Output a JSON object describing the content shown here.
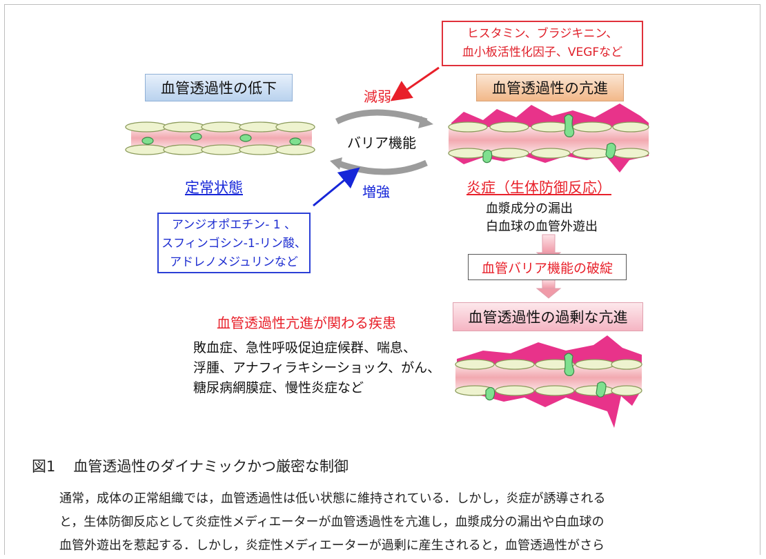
{
  "diagram": {
    "top_box": [
      "ヒスタミン、ブラジキニン、",
      "血小板活性化因子、VEGFなど"
    ],
    "left_label": "血管透過性の低下",
    "right_label": "血管透過性の亢進",
    "weaken_label": "減弱",
    "barrier_label": "バリア機能",
    "strengthen_label": "増強",
    "steady_state_label": "定常状態",
    "inflammation_label": "炎症（生体防御反応）",
    "inflammation_effects": [
      "血漿成分の漏出",
      "白血球の血管外遊出"
    ],
    "bottom_left_box": [
      "アンジオポエチン- 1 、",
      "スフィンゴシン-1-リン酸、",
      "アドレノメジュリンなど"
    ],
    "breakdown_label": "血管バリア機能の破綻",
    "excessive_label": "血管透過性の過剰な亢進",
    "disease_heading": "血管透過性亢進が関わる疾患",
    "disease_list": [
      "敗血症、急性呼吸促迫症候群、喘息、",
      "浮腫、アナフィラキシーショック、がん、",
      "糖尿病網膜症、慢性炎症など"
    ]
  },
  "caption": {
    "number": "図1",
    "title": "血管透過性のダイナミックかつ厳密な制御"
  },
  "body": {
    "lines": [
      "通常，成体の正常組織では，血管透過性は低い状態に維持されている．しかし，炎症が誘導される",
      "と，生体防御反応として炎症性メディエーターが血管透過性を亢進し，血漿成分の漏出や白血球の",
      "血管外遊出を惹起する．しかし，炎症性メディエーターが過剰に産生されると，血管透過性がさら"
    ]
  },
  "colors": {
    "red": "#e8202a",
    "blue": "#1626d8",
    "vessel": "#f4b8be",
    "cell": "#eef3cf",
    "leukocyte": "#7fe08f",
    "leak": "#e8338a"
  }
}
